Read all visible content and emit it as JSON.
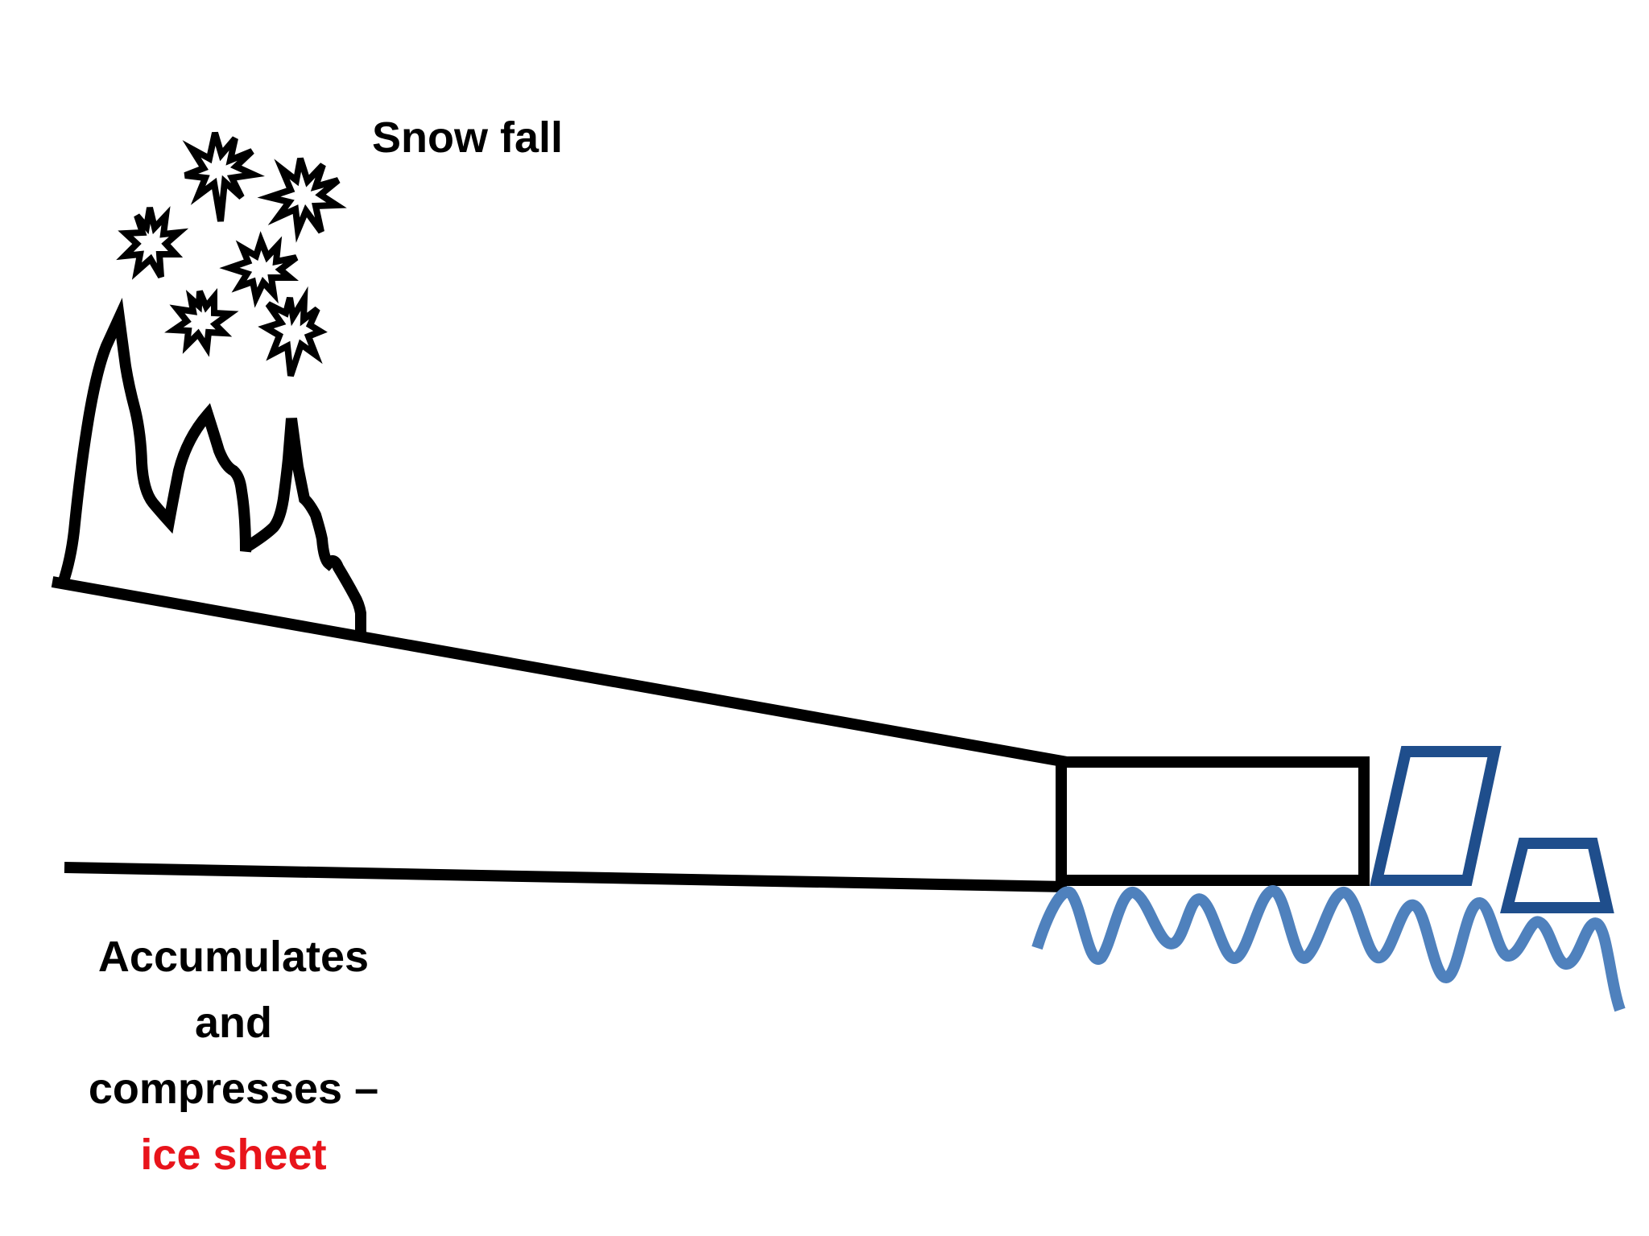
{
  "labels": {
    "snow_fall": "Snow fall",
    "caption_line1": "Accumulates",
    "caption_line2": "and",
    "caption_line3": "compresses –",
    "caption_highlight": "ice sheet"
  },
  "colors": {
    "ink": "#000000",
    "highlight": "#e8141b",
    "iceberg": "#1f4e8c",
    "water": "#4f81bd"
  },
  "icons": {
    "snowflake": "burst-star",
    "mountain": "jagged-peaks",
    "iceberg": "trapezoid-block",
    "water": "wave-line"
  }
}
